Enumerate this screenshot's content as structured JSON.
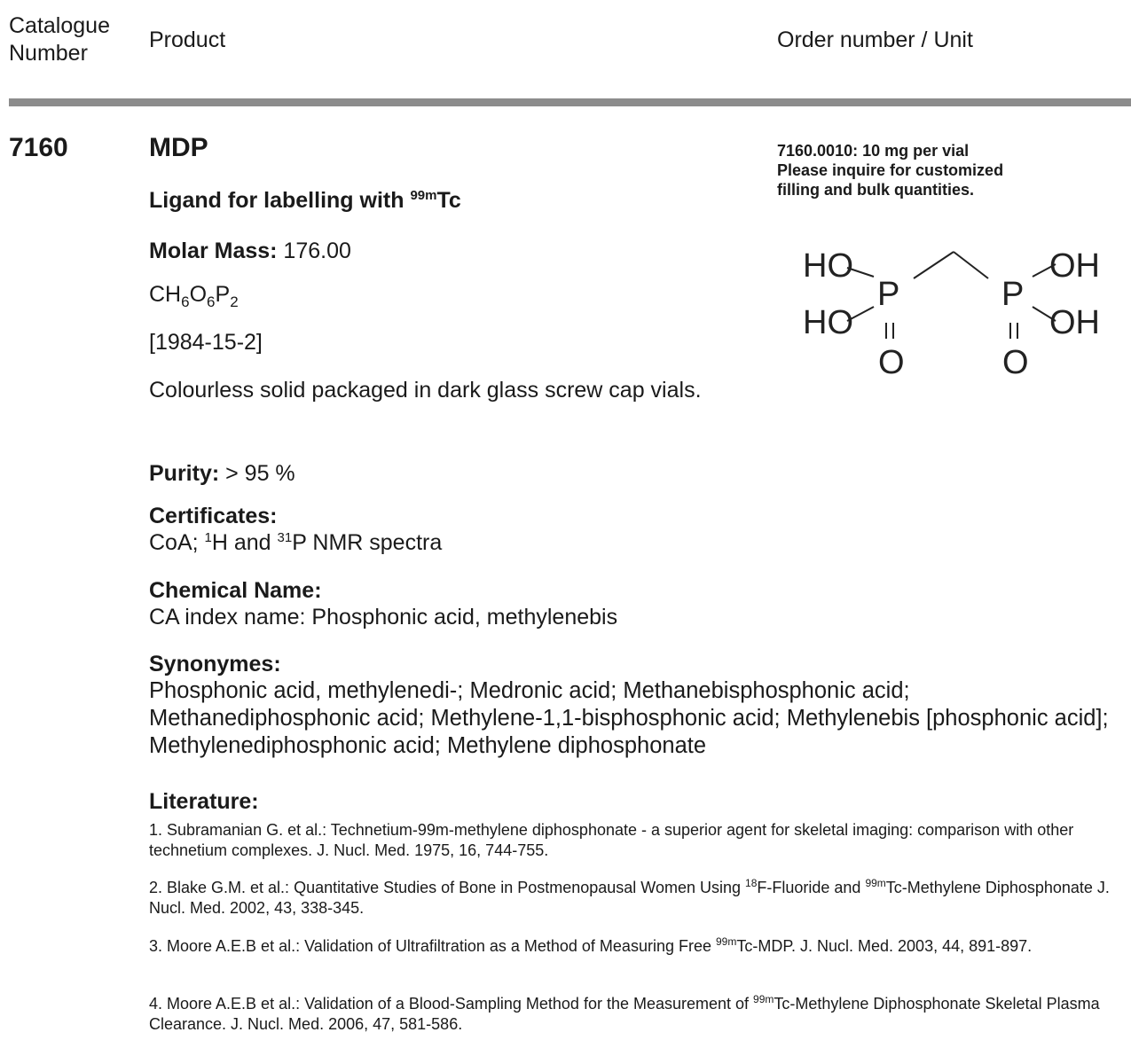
{
  "header": {
    "catalogue_line1": "Catalogue",
    "catalogue_line2": "Number",
    "product": "Product",
    "order": "Order number / Unit"
  },
  "entry": {
    "catalogue_number": "7160",
    "name": "MDP",
    "subtitle_text": "Ligand for labelling with ",
    "subtitle_sup": "99m",
    "subtitle_tail": "Tc",
    "molar_mass_label": "Molar Mass:",
    "molar_mass_value": " 176.00",
    "formula": {
      "c": "CH",
      "n1": "6",
      "o": "O",
      "n2": "6",
      "p": "P",
      "n3": "2"
    },
    "cas": "[1984-15-2]",
    "description": "Colourless solid packaged in dark glass screw cap vials.",
    "purity_label": "Purity:",
    "purity_value": " > 95 %",
    "certificates_label": "Certificates:",
    "certificates": {
      "a": "CoA; ",
      "sup1": "1",
      "b": "H and ",
      "sup2": "31",
      "c": "P NMR spectra"
    },
    "chemical_name_label": "Chemical Name:",
    "chemical_name_value": "CA index name: Phosphonic acid, methylenebis",
    "synonyms_label": "Synonymes:",
    "synonyms_value": "Phosphonic acid, methylenedi-; Medronic acid; Methanebisphosphonic acid; Methanediphosphonic acid; Methylene-1,1-bisphosphonic acid; Methylenebis [phosphonic acid]; Methylenediphosphonic acid; Methylene diphosphonate",
    "literature_label": "Literature:"
  },
  "order_info": {
    "line1": "7160.0010: 10 mg per vial",
    "line2": "Please inquire for customized",
    "line3": "filling and bulk quantities."
  },
  "structure": {
    "ho_top": "HO",
    "ho_bottom": "HO",
    "p_left": "P",
    "p_right": "P",
    "oh_top": "OH",
    "oh_bottom": "OH",
    "o_left": "O",
    "o_right": "O"
  },
  "literature": [
    {
      "text": "1. Subramanian G. et al.: Technetium-99m-methylene diphosphonate - a superior agent for skeletal imaging: comparison with other technetium complexes. J. Nucl. Med. 1975, 16, 744-755."
    },
    {
      "a": "2. Blake G.M. et al.: Quantitative Studies of Bone in Postmenopausal Women Using ",
      "sup1": "18",
      "b": "F-Fluoride and ",
      "sup2": "99m",
      "c": "Tc-Methylene Diphosphonate J. Nucl. Med. 2002, 43, 338-345."
    },
    {
      "a": "3. Moore A.E.B et al.: Validation of Ultrafiltration as a Method of Measuring Free ",
      "sup1": "99m",
      "b": "Tc-MDP. J. Nucl. Med. 2003, 44, 891-897."
    },
    {
      "a": "4. Moore A.E.B et al.: Validation of a Blood-Sampling Method for the Measurement of ",
      "sup1": "99m",
      "b": "Tc-Methylene Diphosphonate Skeletal Plasma Clearance. J. Nucl. Med. 2006, 47, 581-586."
    }
  ]
}
